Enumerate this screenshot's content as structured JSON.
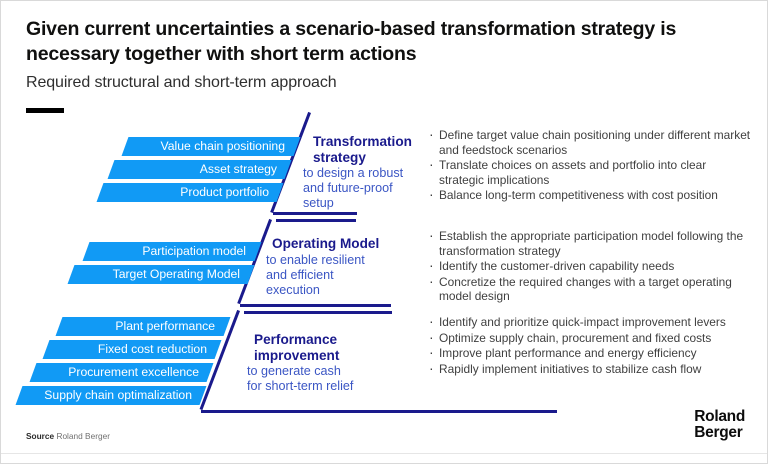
{
  "header": {
    "title": "Given current uncertainties a scenario-based transformation strategy is necessary together with short term actions",
    "subtitle": "Required structural and short-term approach"
  },
  "colors": {
    "bar_blue": "#119af5",
    "navy": "#1a1a8c",
    "sub_blue": "#3b56c4",
    "text_grey": "#3f3f3f",
    "accent_black": "#000000"
  },
  "sections": [
    {
      "id": "transformation-strategy",
      "heading": "Transformation\nstrategy",
      "subheading": "to design a robust\nand future-proof\nsetup",
      "bars": [
        "Value chain positioning",
        "Asset strategy",
        "Product portfolio"
      ],
      "bullets": [
        "Define target value chain positioning under different market and feedstock scenarios",
        "Translate choices on assets and portfolio into clear strategic implications",
        "Balance long-term competitiveness with cost position"
      ]
    },
    {
      "id": "operating-model",
      "heading": "Operating Model",
      "subheading": "to enable resilient\nand efficient\nexecution",
      "bars": [
        "Participation model",
        "Target Operating Model"
      ],
      "bullets": [
        "Establish the appropriate participation model following the transformation strategy",
        "Identify the customer-driven capability needs",
        "Concretize the required changes with a target operating model design"
      ]
    },
    {
      "id": "performance-improvement",
      "heading": "Performance\nimprovement",
      "subheading": "to generate cash\nfor short-term relief",
      "bars": [
        "Plant performance",
        "Fixed cost reduction",
        "Procurement excellence",
        "Supply chain optimalization"
      ],
      "bullets": [
        "Identify and prioritize quick-impact improvement levers",
        "Optimize supply chain, procurement and fixed costs",
        "Improve plant performance and energy efficiency",
        "Rapidly implement initiatives to stabilize cash flow"
      ]
    }
  ],
  "footer": {
    "source_label": "Source",
    "source_value": "Roland Berger",
    "logo": "Roland\nBerger"
  }
}
